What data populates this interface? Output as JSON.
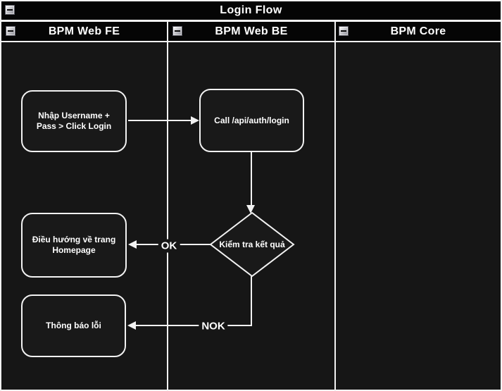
{
  "pool": {
    "title": "Login Flow"
  },
  "lanes": [
    {
      "label": "BPM Web FE"
    },
    {
      "label": "BPM Web BE"
    },
    {
      "label": "BPM Core"
    }
  ],
  "nodes": {
    "enter_credentials": {
      "label": "Nhập Username + Pass > Click Login",
      "lane": "BPM Web FE",
      "shape": "rounded-rectangle"
    },
    "call_login_api": {
      "label": "Call /api/auth/login",
      "lane": "BPM Web BE",
      "shape": "rounded-rectangle"
    },
    "check_result": {
      "label": "Kiểm tra kết quả",
      "lane": "BPM Web BE",
      "shape": "decision-diamond"
    },
    "navigate_homepage": {
      "label": "Điều hướng về trang Homepage",
      "lane": "BPM Web FE",
      "shape": "rounded-rectangle"
    },
    "error_message": {
      "label": "Thông báo lỗi",
      "lane": "BPM Web FE",
      "shape": "rounded-rectangle"
    }
  },
  "edges": {
    "ok": {
      "label": "OK"
    },
    "nok": {
      "label": "NOK"
    }
  },
  "icons": {
    "collapse": "minus"
  },
  "colors": {
    "canvas_bg": "#161616",
    "header_bg": "#050505",
    "stroke": "#f2f2f2",
    "text": "#ffffff",
    "shape_fill": "#191919",
    "collapse_button": "#c9c9ce"
  }
}
